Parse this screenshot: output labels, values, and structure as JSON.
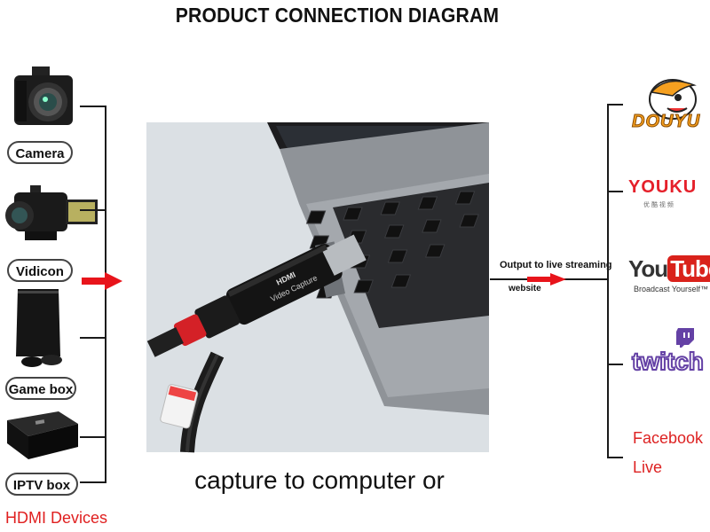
{
  "title": "PRODUCT CONNECTION DIAGRAM",
  "devices": [
    {
      "label": "Camera",
      "icon": "camera-icon"
    },
    {
      "label": "Vidicon",
      "icon": "camcorder-icon"
    },
    {
      "label": "Game box",
      "icon": "game-console-icon"
    },
    {
      "label": "IPTV box",
      "icon": "iptv-box-icon"
    }
  ],
  "hdmi_devices_label": "HDMI Devices",
  "center": {
    "caption": "capture to computer or",
    "dongle_brand": "HDMI",
    "dongle_text": "Video Capture"
  },
  "output": {
    "line1": "Output to live streaming",
    "line2": "website"
  },
  "platforms": {
    "douyu": "DOUYU",
    "youku": "YOUKU",
    "youku_sub": "优 酷 视 频",
    "youtube_you": "You",
    "youtube_tube": "Tube",
    "youtube_sub": "Broadcast Yourself™",
    "twitch": "twitch",
    "facebook_line1": "Facebook",
    "facebook_line2": "Live"
  },
  "colors": {
    "arrow_red": "#e8141b",
    "youku_red": "#e5202a",
    "youtube_red": "#d9221b",
    "twitch_purple": "#6441a5",
    "douyu_orange": "#f5a020"
  }
}
